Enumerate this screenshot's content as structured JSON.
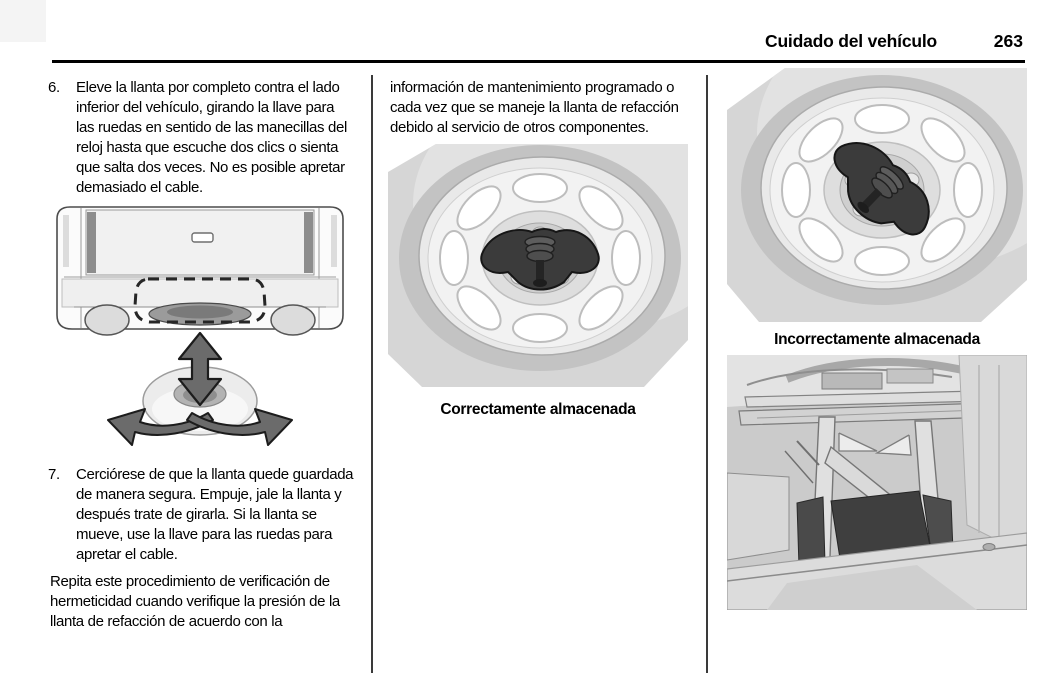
{
  "page": {
    "background": "#ffffff",
    "text_color": "#000000",
    "rule_color": "#000000"
  },
  "header": {
    "title": "Cuidado del vehículo",
    "page_number": "263"
  },
  "left_column": {
    "step6_number": "6.",
    "step6_text": "Eleve la llanta por completo contra el lado inferior del vehículo, girando la llave para las ruedas en sentido de las manecillas del reloj hasta que escuche dos clics o sienta que salta dos veces. No es posible apretar demasiado el cable.",
    "step7_number": "7.",
    "step7_text": "Cerciórese de que la llanta quede guardada de manera segura. Empuje, jale la llanta y después trate de girarla. Si la llanta se mueve, use la llave para las ruedas para apretar el cable.",
    "closing_paragraph": "Repita este procedimiento de verificación de hermeticidad cuando verifique la presión de la llanta de refacción de acuerdo con la"
  },
  "middle_column": {
    "paragraph": "información de mantenimiento programado o cada vez que se maneje la llanta de refacción debido al servicio de otros componentes.",
    "figure_caption": "Correctamente almacenada"
  },
  "right_column": {
    "figure_top_caption": "Incorrectamente almacenada"
  }
}
